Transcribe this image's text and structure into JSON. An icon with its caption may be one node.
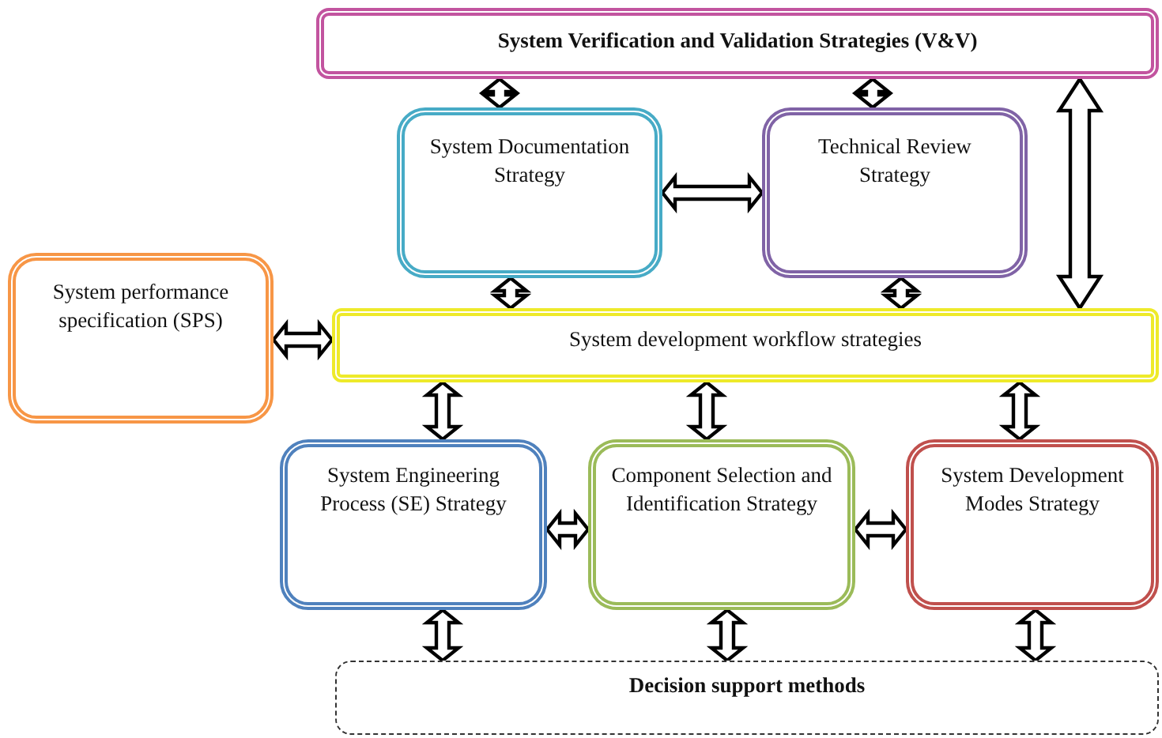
{
  "diagram": {
    "nodes": [
      {
        "text": [
          "System Verification and Validation Strategies (V&V)"
        ]
      },
      {
        "text": [
          "System Documentation Strategy"
        ]
      },
      {
        "text": [
          "Technical Review Strategy"
        ]
      },
      {
        "text": [
          "System performance specification (SPS)"
        ]
      },
      {
        "text": [
          "System development workflow strategies"
        ]
      },
      {
        "text": [
          "System Engineering Process (SE) Strategy"
        ]
      },
      {
        "text": [
          "Component Selection and Identification Strategy"
        ]
      },
      {
        "text": [
          "System Development Modes Strategy"
        ]
      },
      {
        "text": [
          "Decision support methods"
        ]
      }
    ],
    "edges": [
      {
        "from": 0,
        "to": 1,
        "arrow": "both"
      },
      {
        "from": 0,
        "to": 2,
        "arrow": "both"
      },
      {
        "from": 1,
        "to": 2,
        "arrow": "both"
      },
      {
        "from": 0,
        "to": 4,
        "arrow": "both"
      },
      {
        "from": 1,
        "to": 4,
        "arrow": "both"
      },
      {
        "from": 2,
        "to": 4,
        "arrow": "both"
      },
      {
        "from": 3,
        "to": 4,
        "arrow": "both"
      },
      {
        "from": 4,
        "to": 5,
        "arrow": "both"
      },
      {
        "from": 4,
        "to": 6,
        "arrow": "both"
      },
      {
        "from": 4,
        "to": 7,
        "arrow": "both"
      },
      {
        "from": 5,
        "to": 6,
        "arrow": "both"
      },
      {
        "from": 6,
        "to": 7,
        "arrow": "both"
      },
      {
        "from": 5,
        "to": 8,
        "arrow": "both"
      },
      {
        "from": 6,
        "to": 8,
        "arrow": "both"
      },
      {
        "from": 7,
        "to": 8,
        "arrow": "both"
      }
    ]
  }
}
